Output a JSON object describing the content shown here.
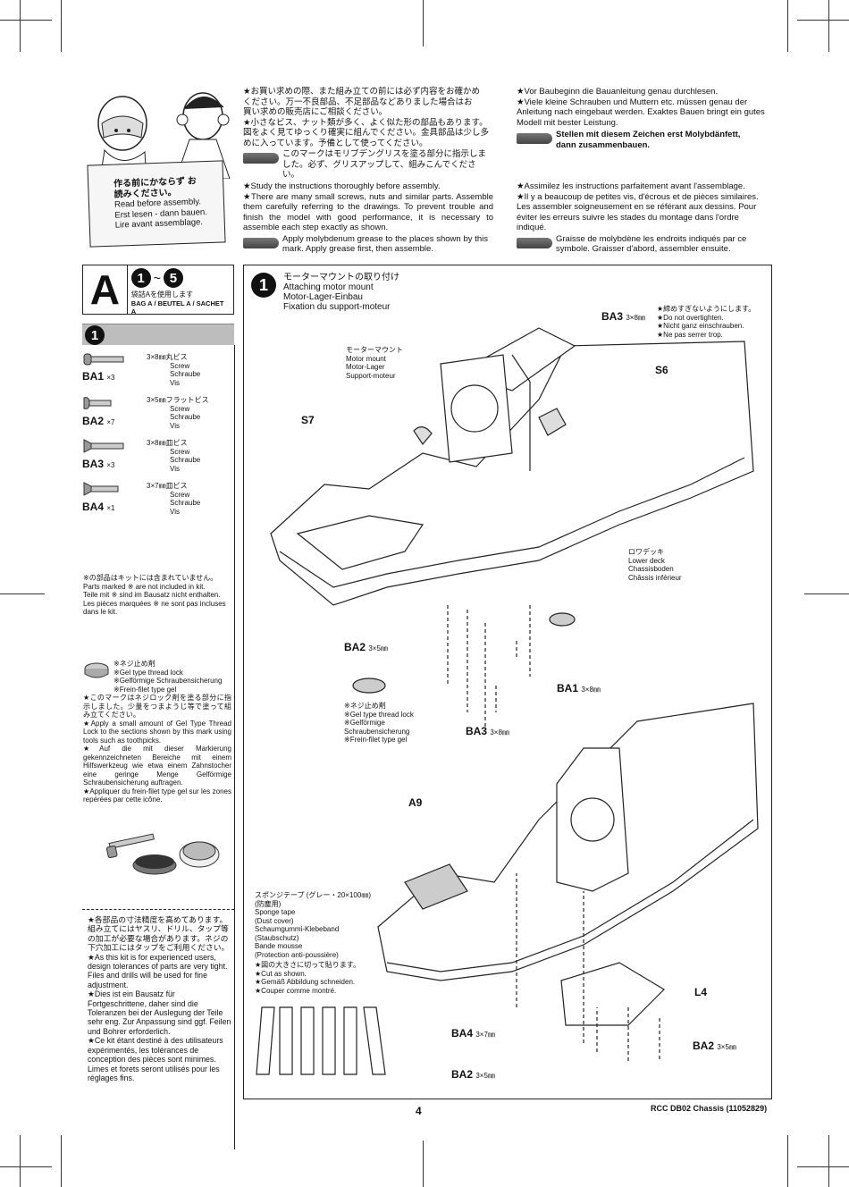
{
  "intro": {
    "speech_box": {
      "jp": "作る前にかならず お読みください。",
      "en": "Read before assembly.",
      "de": "Erst lesen - dann bauen.",
      "fr": "Lire avant assemblage."
    },
    "jp_text": [
      "★お買い求めの際、また組み立ての前には必ず内容をお確かめ",
      "ください。万一不良部品、不足部品などありました場合はお",
      "買い求めの販売店にご相談ください。",
      "★小さなビス、ナット類が多く、よく似た形の部品もあります。",
      "図をよく見てゆっくり確実に組んでください。金具部品は少し多",
      "めに入っています。予備として使ってください。"
    ],
    "jp_grease": "このマークはモリブデングリスを塗る部分に指示しました。必ず、グリスアップして、組みこんでください。",
    "en_text": [
      "★Study the instructions thoroughly before assembly.",
      "★There are many small screws, nuts and similar parts. Assemble them carefully referring to the drawings. To prevent trouble and finish the model with good performance, it is necessary to assemble each step exactly as shown."
    ],
    "en_grease": "Apply molybdenum grease to the places shown by this mark. Apply grease first, then assemble.",
    "de_text": [
      "★Vor Baubeginn die Bauanleitung genau durchlesen.",
      "★Viele kleine Schrauben und Muttern etc. müssen genau der Anleitung nach eingebaut werden. Exaktes Bauen bringt ein gutes Modell mit bester Leistung."
    ],
    "de_grease": "Stellen mit diesem Zeichen erst Molybdänfett, dann zusammenbauen.",
    "fr_text": [
      "★Assimilez les instructions parfaitement avant l'assemblage.",
      "★Il y a beaucoup de petites vis, d'écrous et de pièces similaires. Les assembler soigneusement en se référant aux dessins. Pour éviter les erreurs suivre les stades du montage dans l'ordre indiqué."
    ],
    "fr_grease": "Graisse de molybdène les endroits indiqués par ce symbole. Graisser d'abord, assembler ensuite."
  },
  "bag": {
    "letter": "A",
    "steps_from": "1",
    "tilde": "~",
    "steps_to": "5",
    "jp": "袋詰Aを使用します",
    "label": "BAG A / BEUTEL A / SACHET A"
  },
  "step_marker": "1",
  "screws": [
    {
      "code": "BA1",
      "qty": "×3",
      "jp": "3×8㎜丸ビス",
      "en": "Screw",
      "de": "Schraube",
      "fr": "Vis"
    },
    {
      "code": "BA2",
      "qty": "×7",
      "jp": "3×5㎜フラットビス",
      "en": "Screw",
      "de": "Schraube",
      "fr": "Vis"
    },
    {
      "code": "BA3",
      "qty": "×3",
      "jp": "3×8㎜皿ビス",
      "en": "Screw",
      "de": "Schraube",
      "fr": "Vis"
    },
    {
      "code": "BA4",
      "qty": "×1",
      "jp": "3×7㎜皿ビス",
      "en": "Screw",
      "de": "Schraube",
      "fr": "Vis"
    }
  ],
  "not_included": {
    "jp": "※の部品はキットには含まれていません。",
    "en": "Parts marked ※ are not included in kit.",
    "de": "Teile mit ※ sind im Bausatz nicht enthalten.",
    "fr": "Les pièces marquées ※ ne sont pas incluses dans le kit."
  },
  "threadlock": {
    "jp": "※ネジ止め剤",
    "en": "※Gel type thread lock",
    "de": "※Gelförmige Schraubensicherung",
    "fr": "※Frein-filet type gel",
    "instructions": [
      "★このマークはネジロック剤を塗る部分に指示しました。少量をつまようじ等で塗って組み立てください。",
      "★Apply a small amount of Gel Type Thread Lock to the sections shown by this mark using tools such as toothpicks.",
      "★Auf die mit dieser Markierung gekennzeichneten Bereiche mit einem Hilfswerkzeug wie etwa einem Zahnstocher eine geringe Menge Gelförmige Schraubensicherung auftragen.",
      "★Appliquer du frein-filet type gel sur les zones repérées par cette icône."
    ]
  },
  "experience_notes": [
    "★各部品の寸法精度を高めてあります。組み立てにはヤスリ、ドリル、タップ等の加工が必要な場合があります。ネジの下穴加工にはタップをご利用ください。",
    "★As this kit is for experienced users, design tolerances of parts are very tight. Files and drills will be used for fine adjustment.",
    "★Dies ist ein Bausatz für Fortgeschrittene, daher sind die Toleranzen bei der Auslegung der Teile sehr eng. Zur Anpassung sind ggf. Feilen und Bohrer erforderlich.",
    "★Ce kit étant destiné à des utilisateurs expérimentés, les tolérances de conception des pièces sont minimes. Limes et forets seront utilisés pour les réglages fins."
  ],
  "step1": {
    "number": "1",
    "title_jp": "モーターマウントの取り付け",
    "title_en": "Attaching motor mount",
    "title_de": "Motor-Lager-Einbau",
    "title_fr": "Fixation du support-moteur",
    "motor_mount": [
      "モーターマウント",
      "Motor mount",
      "Motor-Lager",
      "Support-moteur"
    ],
    "lower_deck": [
      "ロワデッキ",
      "Lower deck",
      "Chassisboden",
      "Châssis inférieur"
    ],
    "ba3_note": [
      "★締めすぎないようにします。",
      "★Do not overtighten.",
      "★Nicht ganz einschrauben.",
      "★Ne pas serrer trop."
    ],
    "threadlock_note": [
      "※ネジ止め剤",
      "※Gel type thread lock",
      "※Gelförmige",
      "Schraubensicherung",
      "※Frein-filet type gel"
    ],
    "sponge": [
      "スポンジテープ (グレー・20×100㎜)",
      "(防塵用)",
      "Sponge tape",
      "(Dust cover)",
      "Schaumgummi-Klebeband",
      "(Staubschutz)",
      "Bande mousse",
      "(Protection anti-poussière)"
    ],
    "cut_note": [
      "★図の大きさに切って貼ります。",
      "★Cut as shown.",
      "★Gemäß Abbildung schneiden.",
      "★Couper comme montré."
    ],
    "labels": {
      "ba3_top": "BA3",
      "ba3_top_size": "3×8㎜",
      "s6": "S6",
      "s7": "S7",
      "ba2_mid": "BA2",
      "ba2_mid_size": "3×5㎜",
      "ba1": "BA1",
      "ba1_size": "3×8㎜",
      "ba3_low": "BA3",
      "ba3_low_size": "3×8㎜",
      "a9": "A9",
      "l4": "L4",
      "ba4": "BA4",
      "ba4_size": "3×7㎜",
      "ba2_r": "BA2",
      "ba2_r_size": "3×5㎜",
      "ba2_b": "BA2",
      "ba2_b_size": "3×5㎜"
    }
  },
  "footer": {
    "page": "4",
    "doc": "RCC DB02 Chassis (11052829)"
  }
}
